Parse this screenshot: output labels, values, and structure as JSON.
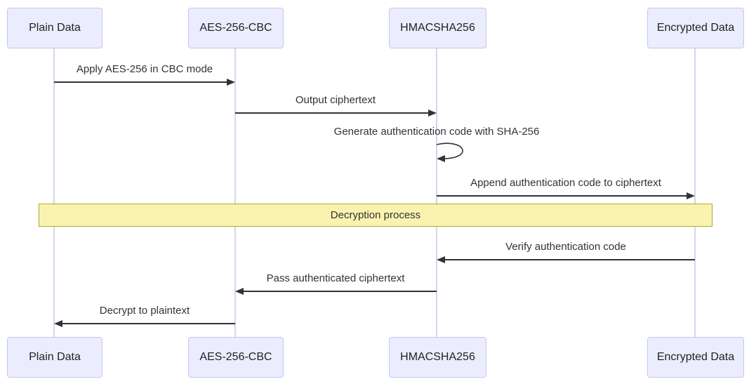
{
  "diagram": {
    "type": "sequence-diagram",
    "actors": [
      {
        "label": "Plain Data"
      },
      {
        "label": "AES-256-CBC"
      },
      {
        "label": "HMACSHA256"
      },
      {
        "label": "Encrypted Data"
      }
    ],
    "messages": [
      {
        "text": "Apply AES-256 in CBC mode",
        "from": "Plain Data",
        "to": "AES-256-CBC",
        "direction": "right"
      },
      {
        "text": "Output ciphertext",
        "from": "AES-256-CBC",
        "to": "HMACSHA256",
        "direction": "right"
      },
      {
        "text": "Generate authentication code with SHA-256",
        "from": "HMACSHA256",
        "to": "HMACSHA256",
        "direction": "self"
      },
      {
        "text": "Append authentication code to ciphertext",
        "from": "HMACSHA256",
        "to": "Encrypted Data",
        "direction": "right"
      },
      {
        "text": "Verify authentication code",
        "from": "Encrypted Data",
        "to": "HMACSHA256",
        "direction": "left"
      },
      {
        "text": "Pass authenticated ciphertext",
        "from": "HMACSHA256",
        "to": "AES-256-CBC",
        "direction": "left"
      },
      {
        "text": "Decrypt to plaintext",
        "from": "AES-256-CBC",
        "to": "Plain Data",
        "direction": "left"
      }
    ],
    "band": {
      "label": "Decryption process"
    },
    "colors": {
      "actor_fill": "#ECECFF",
      "actor_border": "#c6c6f2",
      "lifeline": "#d8d4ee",
      "arrow": "#333333",
      "text": "#333333",
      "band_fill": "#FAF3AF",
      "band_border": "#AAAA33",
      "background": "#ffffff"
    }
  }
}
